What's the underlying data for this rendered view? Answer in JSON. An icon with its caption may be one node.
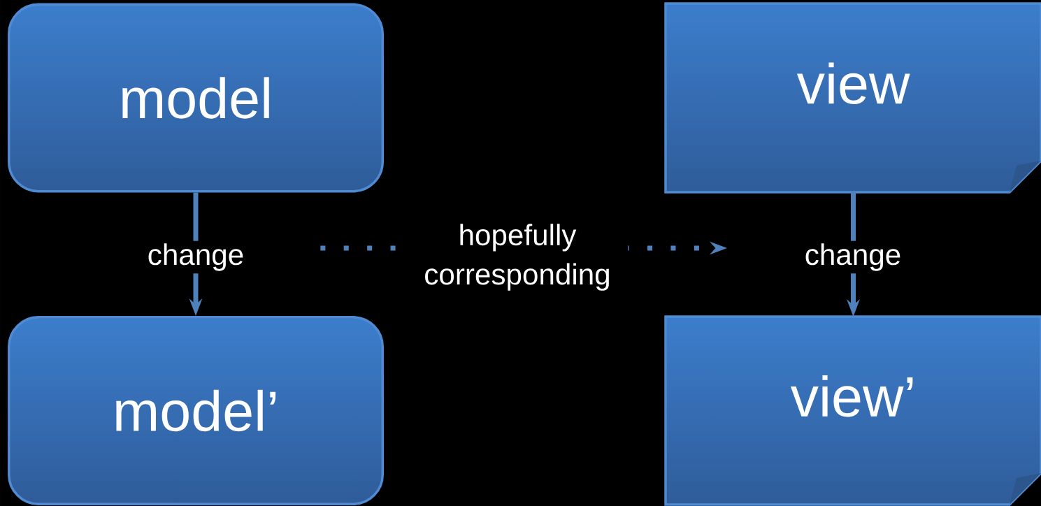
{
  "diagram": {
    "nodes": [
      {
        "text": [
          "model"
        ]
      },
      {
        "text": [
          "view"
        ]
      },
      {
        "text": [
          "model’"
        ]
      },
      {
        "text": [
          "view’"
        ]
      }
    ],
    "edges": [
      {
        "from": 0,
        "to": 2,
        "arrow": "to",
        "label": "change"
      },
      {
        "from": 1,
        "to": 3,
        "arrow": "to",
        "label": "change"
      }
    ],
    "labels": [
      "hopefully corresponding"
    ]
  }
}
